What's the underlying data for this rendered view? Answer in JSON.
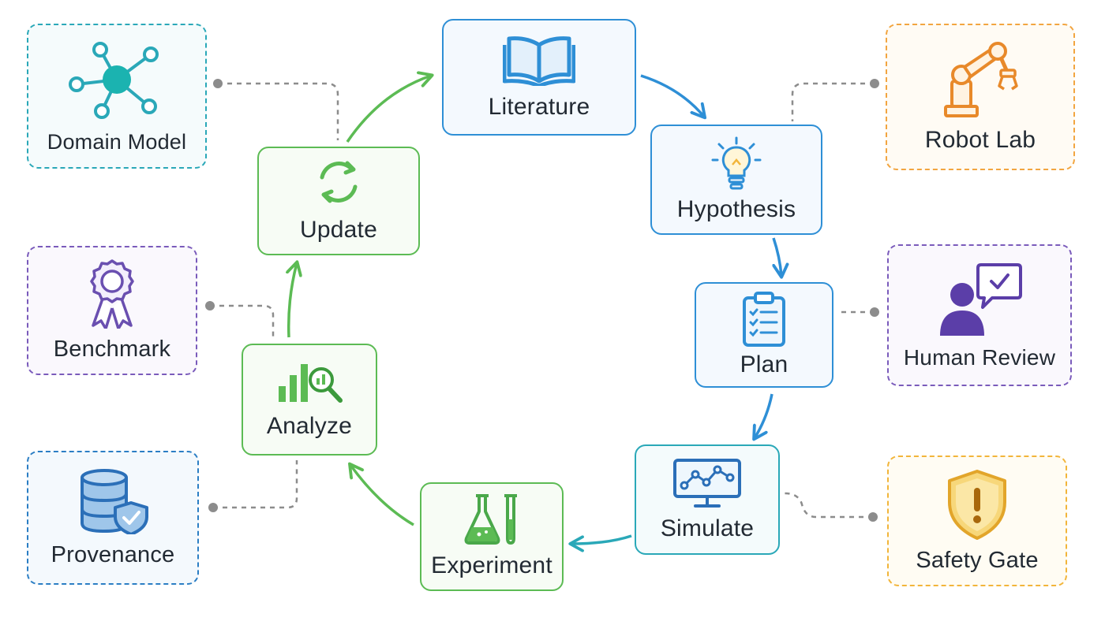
{
  "cycle": {
    "literature": {
      "label": "Literature",
      "icon": "open-book-icon"
    },
    "hypothesis": {
      "label": "Hypothesis",
      "icon": "lightbulb-icon"
    },
    "plan": {
      "label": "Plan",
      "icon": "clipboard-checklist-icon"
    },
    "simulate": {
      "label": "Simulate",
      "icon": "monitor-graph-icon"
    },
    "experiment": {
      "label": "Experiment",
      "icon": "flask-test-tube-icon"
    },
    "analyze": {
      "label": "Analyze",
      "icon": "bar-chart-magnifier-icon"
    },
    "update": {
      "label": "Update",
      "icon": "refresh-arrows-icon"
    }
  },
  "side": {
    "domain_model": {
      "label": "Domain Model",
      "icon": "network-hub-icon"
    },
    "benchmark": {
      "label": "Benchmark",
      "icon": "award-ribbon-icon"
    },
    "provenance": {
      "label": "Provenance",
      "icon": "database-shield-icon"
    },
    "robot_lab": {
      "label": "Robot Lab",
      "icon": "robot-arm-icon"
    },
    "human_review": {
      "label": "Human Review",
      "icon": "person-chat-check-icon"
    },
    "safety_gate": {
      "label": "Safety Gate",
      "icon": "warning-shield-icon"
    }
  },
  "colors": {
    "blue": "#2e8fd6",
    "green": "#5cbb54",
    "teal": "#2aa8b8",
    "purple": "#7a5bbb",
    "orange": "#f2a540",
    "gold": "#f2b53a",
    "connector": "#8c8c8c"
  }
}
